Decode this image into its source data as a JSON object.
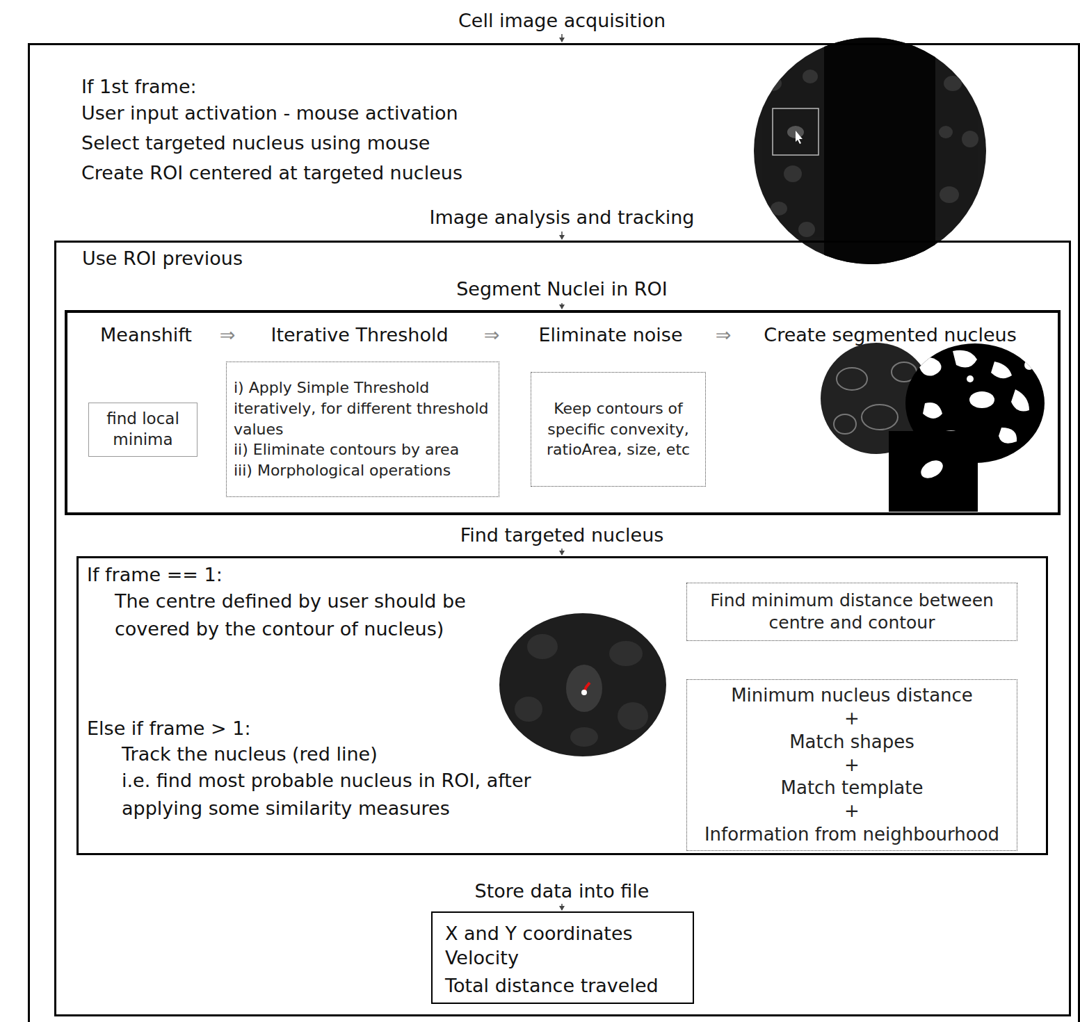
{
  "diagram": {
    "nodes": [
      {
        "text": [
          "Cell image acquisition",
          "If 1st frame:",
          "User input activation - mouse activation",
          "Select targeted nucleus using mouse",
          "Create ROI centered at targeted nucleus"
        ]
      },
      {
        "text": [
          "Image analysis and tracking",
          "Use ROI previous"
        ],
        "in": 0
      },
      {
        "text": [
          "Segment Nuclei in ROI"
        ],
        "in": 1
      },
      {
        "text": [
          "Meanshift",
          "find local minima"
        ],
        "in": 2
      },
      {
        "text": [
          "Iterative Threshold",
          "i) Apply Simple Threshold iteratively, for different threshold values",
          "ii) Eliminate contours by area",
          "iii) Morphological operations"
        ],
        "in": 2
      },
      {
        "text": [
          "Eliminate noise",
          "Keep contours of specific convexity, ratioArea, size, etc"
        ],
        "in": 2
      },
      {
        "text": [
          "Find targeted nucleus",
          "If frame == 1:",
          "The centre defined by user should be covered by the contour of nucleus)",
          "Else if frame > 1:",
          "Track the nucleus (red line)",
          "i.e. find most probable nucleus in ROI, after applying some similarity measures"
        ],
        "in": 1
      },
      {
        "text": [
          "Find minimum distance between centre and contour"
        ],
        "in": 6
      },
      {
        "text": [
          "Minimum nucleus distance",
          "+",
          "Match shapes",
          "+",
          "Match template",
          "+",
          "Information from neighbourhood"
        ],
        "in": 6
      },
      {
        "text": [
          "Store data into file",
          "X and Y coordinates",
          "Velocity",
          "Total distance traveled"
        ],
        "in": 1
      }
    ],
    "labels": [
      "⇒",
      "⇒",
      "⇒",
      "Create segmented nucleus"
    ]
  }
}
